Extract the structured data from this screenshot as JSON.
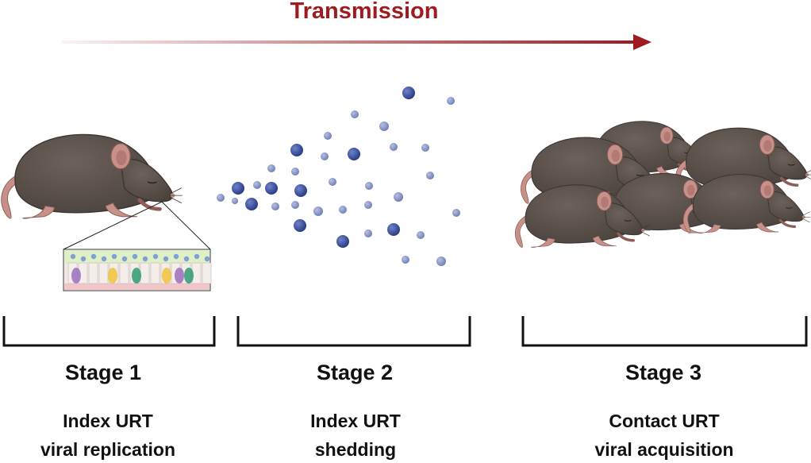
{
  "title": "Transmission",
  "colors": {
    "arrow": "#9e1b1f",
    "mouse_body": "#5a514b",
    "mouse_skin": "#c7918a",
    "virion_dark": "#34479a",
    "virion_light": "#8592c4",
    "bracket": "#111111"
  },
  "stages": [
    {
      "title": "Stage 1",
      "line1": "Index URT",
      "line2": "viral replication"
    },
    {
      "title": "Stage 2",
      "line1": "Index URT",
      "line2": "shedding"
    },
    {
      "title": "Stage 3",
      "line1": "Contact URT",
      "line2": "viral acquisition"
    }
  ],
  "icons": {
    "index_mouse": "mouse-icon",
    "contact_mice": "mouse-group-icon",
    "tissue": "epithelium-inset-icon",
    "virions": "virus-particle-icon"
  }
}
